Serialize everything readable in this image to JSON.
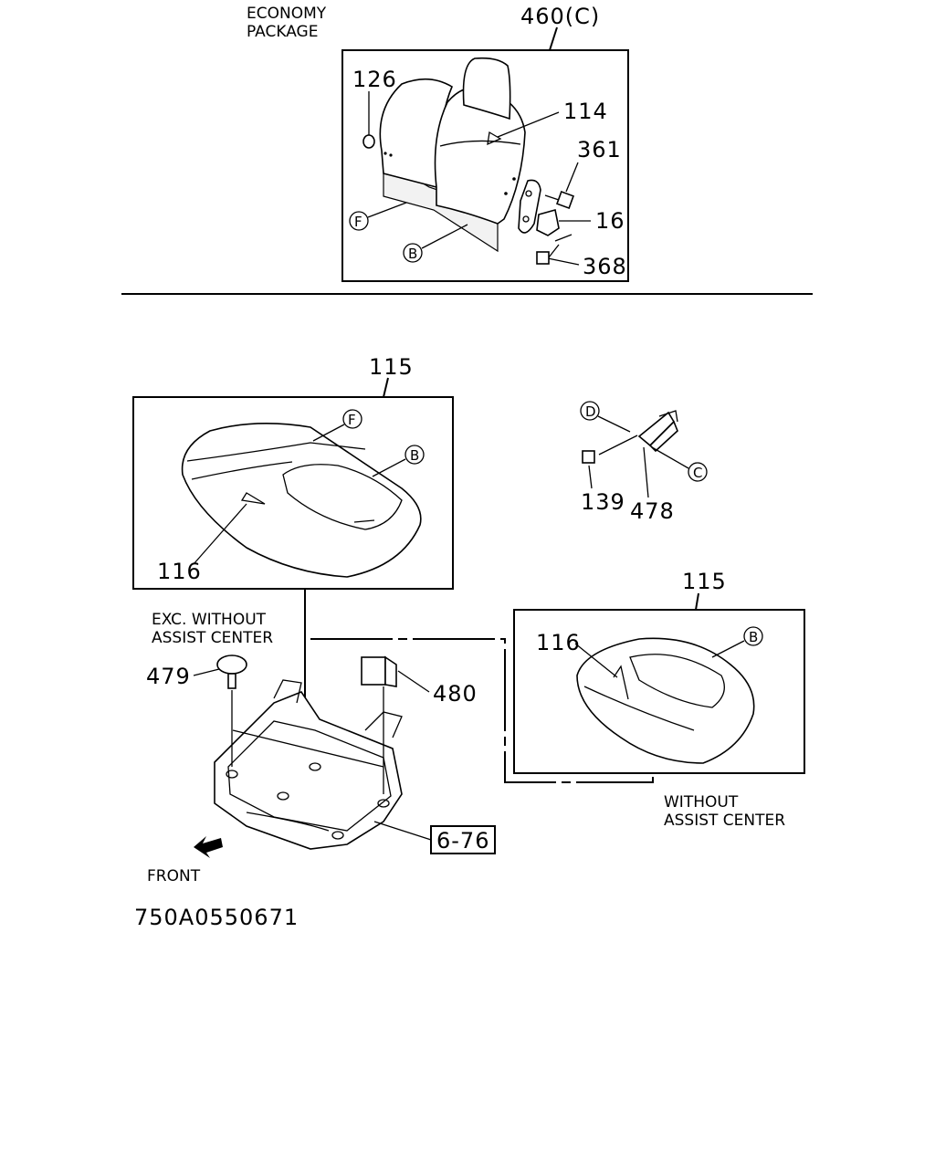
{
  "notes": {
    "economy_package": [
      "ECONOMY",
      "PACKAGE"
    ],
    "exc_without_assist_center": [
      "EXC. WITHOUT",
      "ASSIST CENTER"
    ],
    "without_assist_center": [
      "WITHOUT",
      "ASSIST CENTER"
    ],
    "front": "FRONT",
    "figure_code": "750A0550671"
  },
  "callouts": {
    "seatback_assy": "460(C)",
    "p126": "126",
    "p114": "114",
    "p361": "361",
    "p16": "16",
    "p368": "368",
    "p115_top": "115",
    "p116_top": "116",
    "p139": "139",
    "p478": "478",
    "p479": "479",
    "p480": "480",
    "p115_right": "115",
    "p116_right": "116",
    "section_ref": "6-76"
  },
  "circled_letters": {
    "F_back": "F",
    "B_back": "B",
    "F_cushion": "F",
    "B_cushion": "B",
    "D_bracket": "D",
    "C_bracket": "C",
    "B_right": "B"
  }
}
